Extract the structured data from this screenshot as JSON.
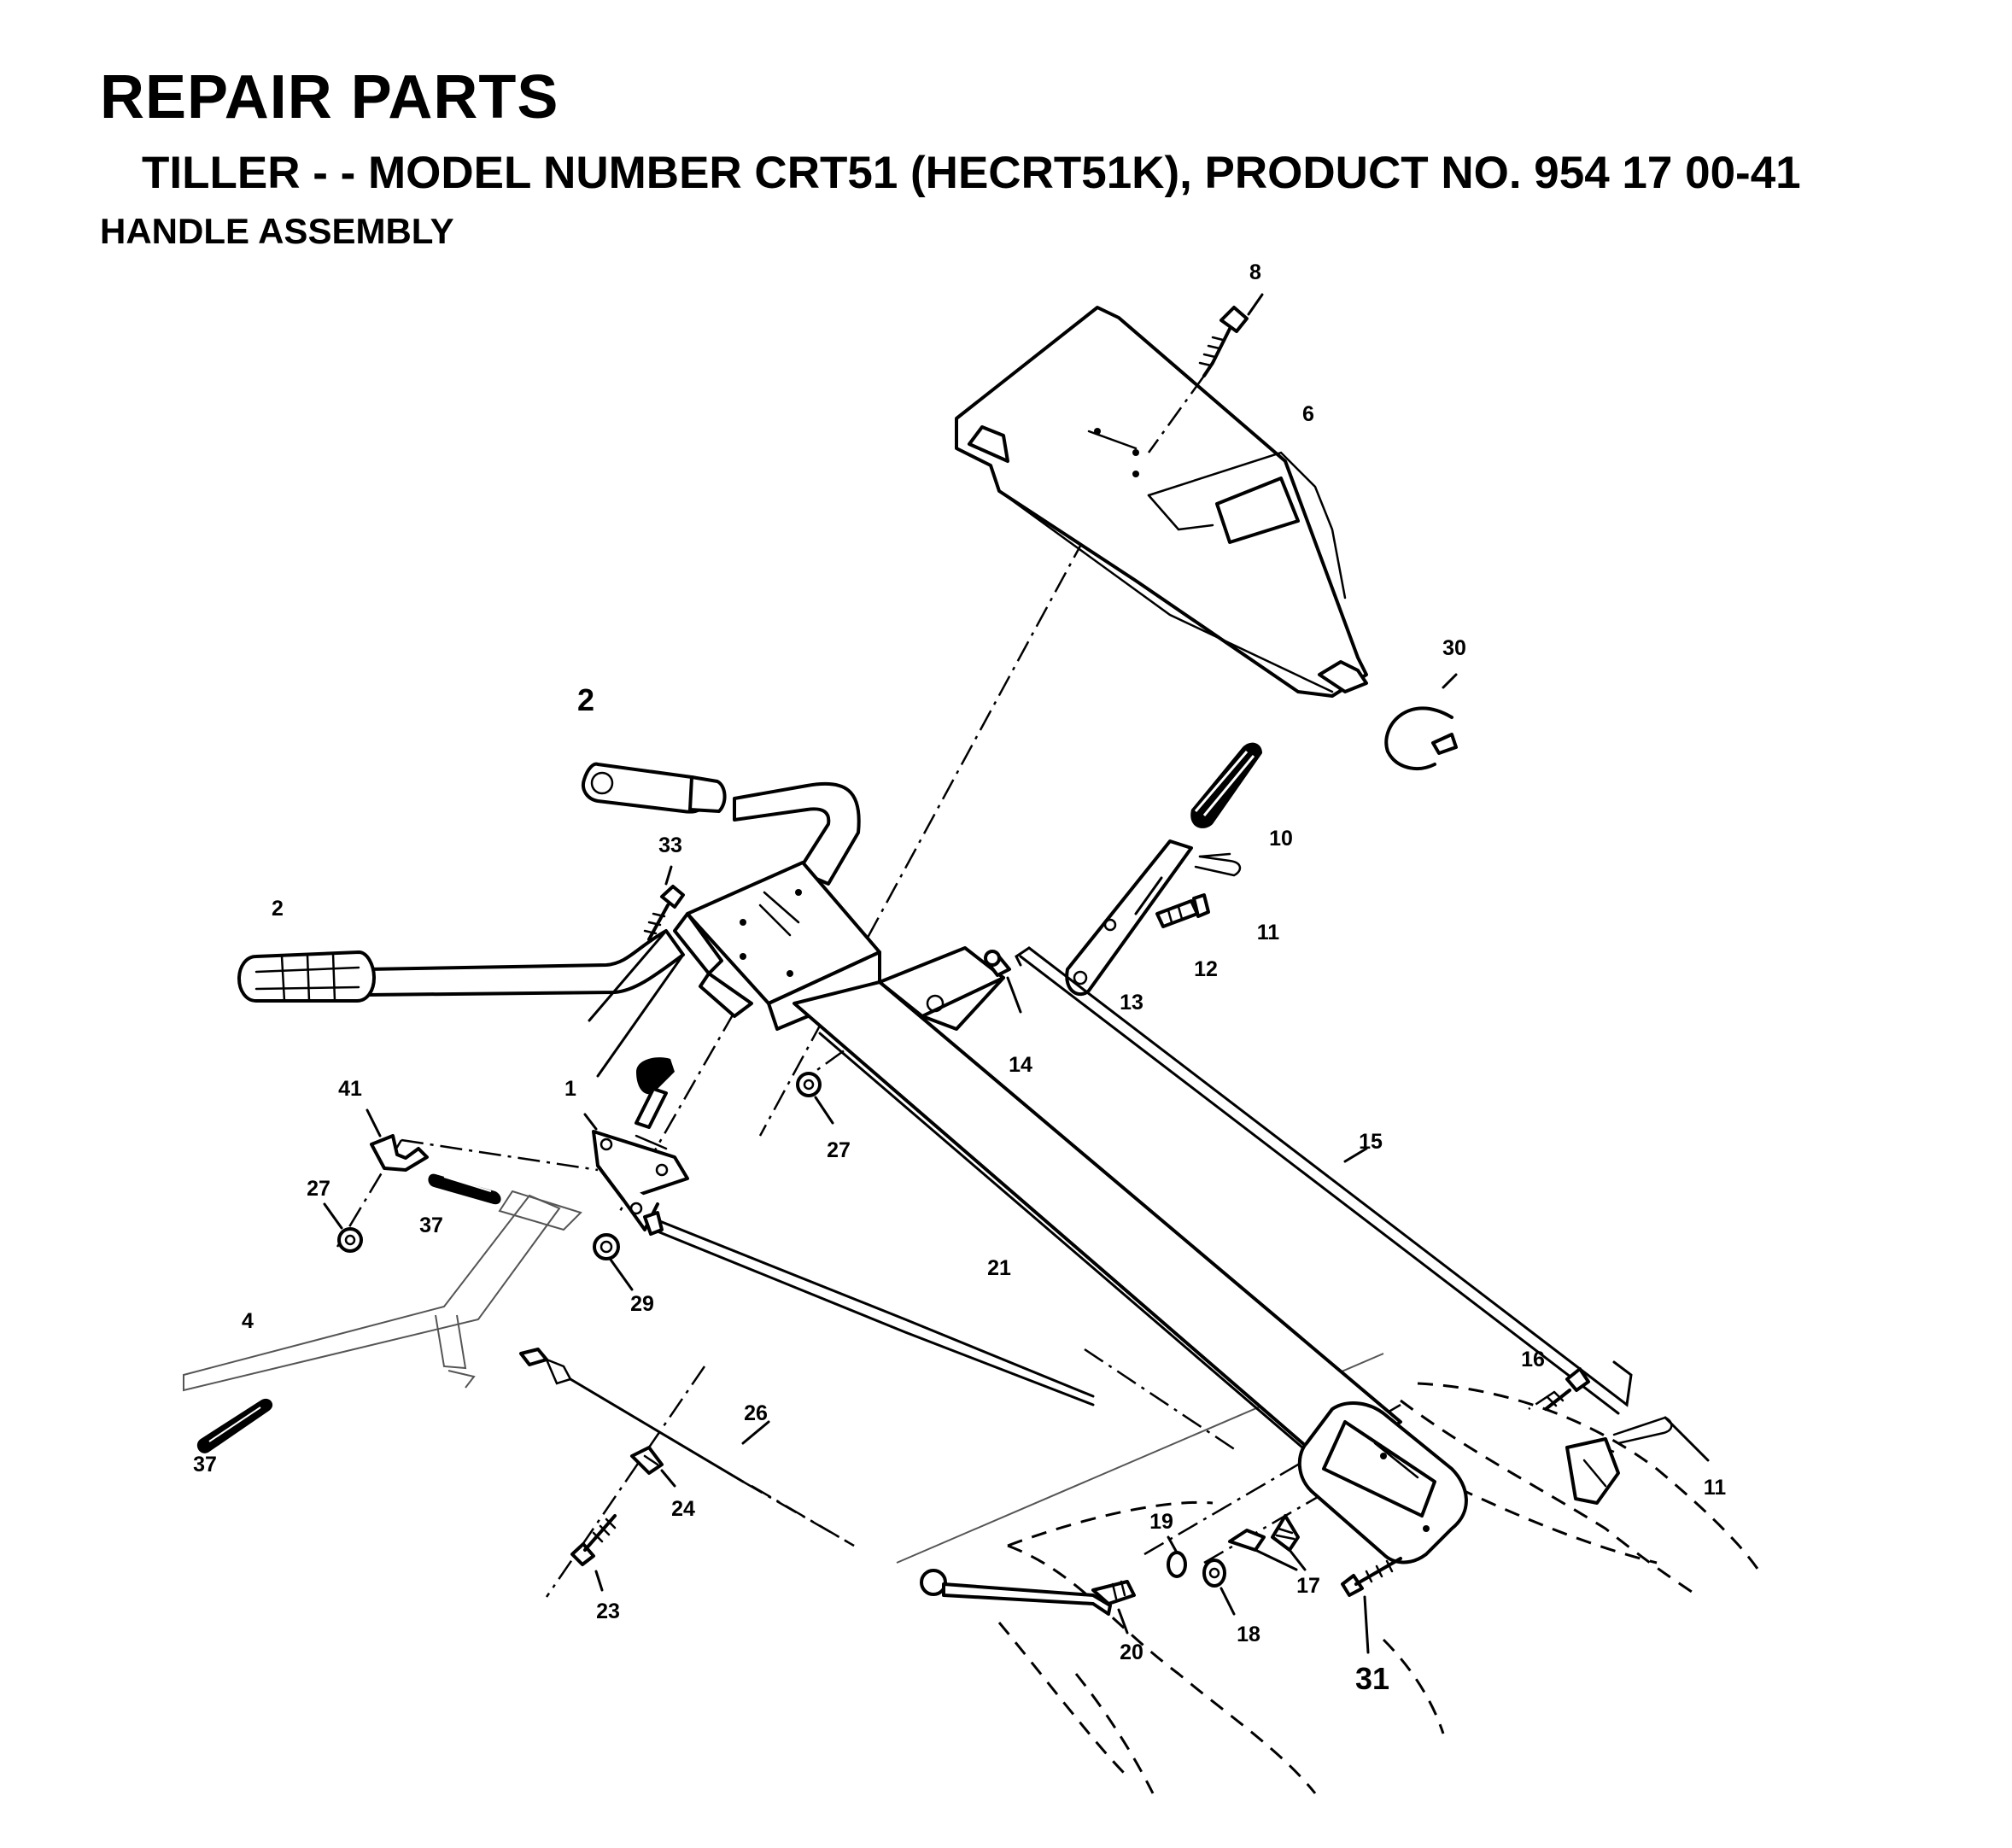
{
  "header": {
    "title": "REPAIR PARTS",
    "subtitle": "TILLER - - MODEL NUMBER CRT51 (HECRT51K), PRODUCT NO. 954 17 00-41",
    "section": "HANDLE ASSEMBLY"
  },
  "callouts": [
    {
      "id": "8",
      "part": "screw"
    },
    {
      "id": "6",
      "part": "console-panel"
    },
    {
      "id": "30",
      "part": "ring"
    },
    {
      "id": "2",
      "part": "handle-grip-upper"
    },
    {
      "id": "10",
      "part": "lever-grip"
    },
    {
      "id": "33",
      "part": "bolt"
    },
    {
      "id": "11",
      "part": "hair-pin-upper"
    },
    {
      "id": "2",
      "part": "handle-grip-lower"
    },
    {
      "id": "12",
      "part": "pin"
    },
    {
      "id": "13",
      "part": "shift-lever"
    },
    {
      "id": "14",
      "part": "spacer"
    },
    {
      "id": "1",
      "part": "control-lever"
    },
    {
      "id": "41",
      "part": "cable-clip"
    },
    {
      "id": "27",
      "part": "nut-center"
    },
    {
      "id": "15",
      "part": "shift-rod"
    },
    {
      "id": "27",
      "part": "nut-left"
    },
    {
      "id": "37",
      "part": "roll-pin-upper"
    },
    {
      "id": "21",
      "part": "handle-tube"
    },
    {
      "id": "29",
      "part": "nut-29"
    },
    {
      "id": "4",
      "part": "frame-reference"
    },
    {
      "id": "16",
      "part": "bolt-16"
    },
    {
      "id": "26",
      "part": "cable"
    },
    {
      "id": "37",
      "part": "roll-pin-lower"
    },
    {
      "id": "11",
      "part": "hair-pin-lower"
    },
    {
      "id": "24",
      "part": "cable-clamp"
    },
    {
      "id": "19",
      "part": "washer"
    },
    {
      "id": "17",
      "part": "lockwasher-set"
    },
    {
      "id": "23",
      "part": "screw-23"
    },
    {
      "id": "18",
      "part": "nut-18"
    },
    {
      "id": "20",
      "part": "height-lever"
    },
    {
      "id": "31",
      "part": "bolt-31"
    }
  ]
}
